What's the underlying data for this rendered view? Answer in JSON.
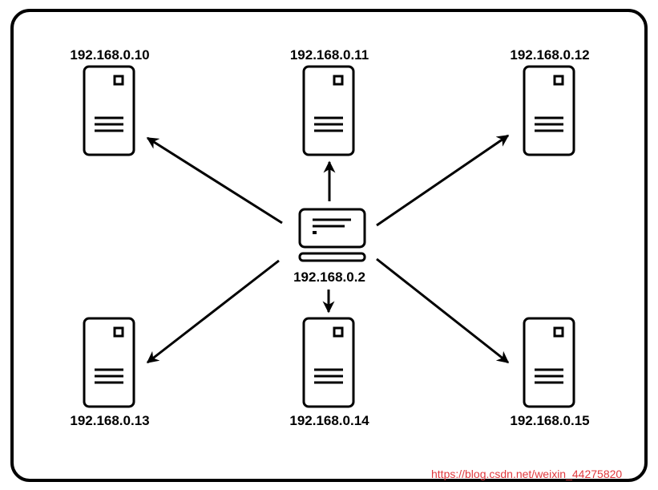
{
  "colors": {
    "stroke": "#000000",
    "background": "#ffffff",
    "watermark": "#e0393e"
  },
  "client": {
    "label": "192.168.0.2",
    "icon": "laptop-icon"
  },
  "servers": [
    {
      "label": "192.168.0.10",
      "icon": "server-icon"
    },
    {
      "label": "192.168.0.11",
      "icon": "server-icon"
    },
    {
      "label": "192.168.0.12",
      "icon": "server-icon"
    },
    {
      "label": "192.168.0.13",
      "icon": "server-icon"
    },
    {
      "label": "192.168.0.14",
      "icon": "server-icon"
    },
    {
      "label": "192.168.0.15",
      "icon": "server-icon"
    }
  ],
  "watermark": "https://blog.csdn.net/weixin_44275820"
}
